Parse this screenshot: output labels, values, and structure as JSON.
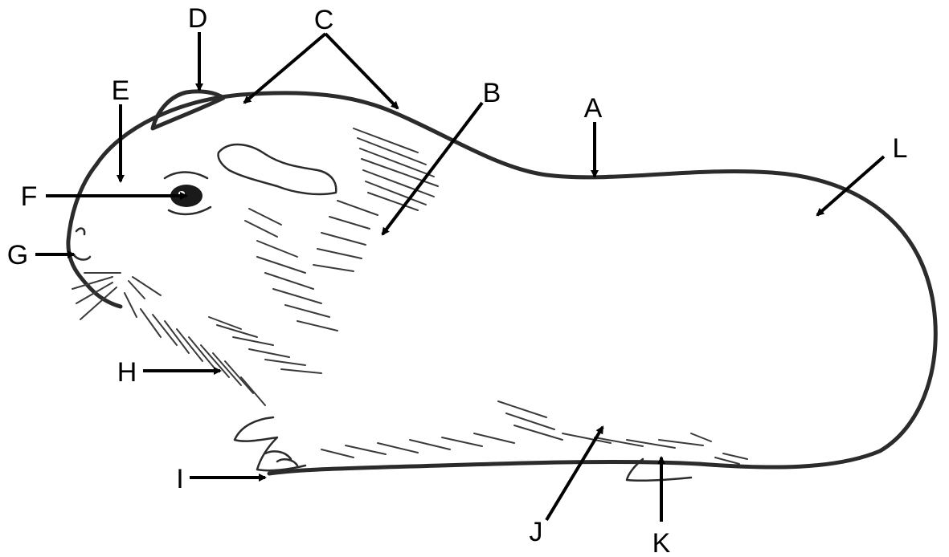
{
  "labels": {
    "a": "A",
    "b": "B",
    "c": "C",
    "d": "D",
    "e": "E",
    "f": "F",
    "g": "G",
    "h": "H",
    "i": "I",
    "j": "J",
    "k": "K",
    "l": "L"
  },
  "colors": {
    "ink": "#2b2b2b",
    "background": "#ffffff"
  }
}
